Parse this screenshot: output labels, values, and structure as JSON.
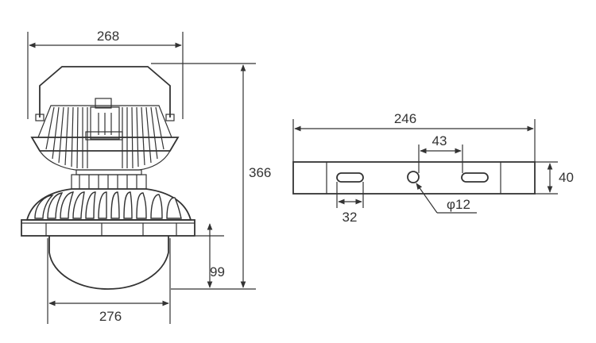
{
  "colors": {
    "line": "#333333",
    "background": "#ffffff"
  },
  "lamp": {
    "width_top": "268",
    "height_total": "366",
    "dome_height": "99",
    "width_bottom": "276"
  },
  "bracket": {
    "length": "246",
    "hole_spacing": "43",
    "height": "40",
    "slot_width": "32",
    "hole_diameter": "φ12"
  }
}
